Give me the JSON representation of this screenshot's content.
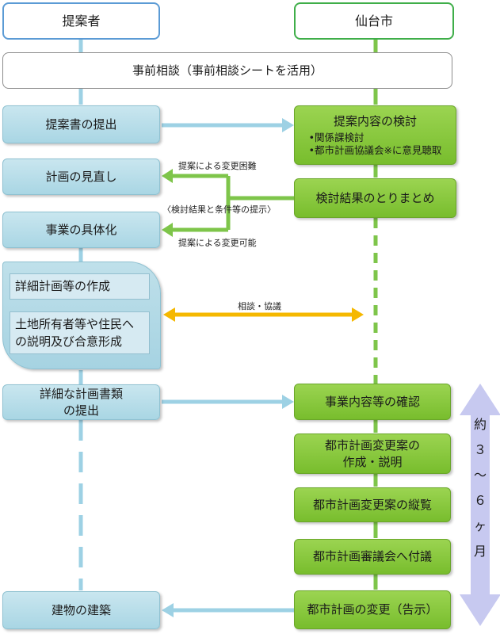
{
  "columns": {
    "left": "提案者",
    "right": "仙台市"
  },
  "prior_consultation": "事前相談（事前相談シートを活用）",
  "proposer_steps": {
    "submit_proposal": "提案書の提出",
    "revise_plan": "計画の見直し",
    "concretize": "事業の具体化",
    "detailed_plan": "詳細計画等の作成",
    "consensus_line1": "土地所有者等や住民へ",
    "consensus_line2": "の説明及び合意形成",
    "submit_docs_line1": "詳細な計画書類",
    "submit_docs_line2": "の提出",
    "construction": "建物の建築"
  },
  "city_steps": {
    "review_title": "提案内容の検討",
    "review_bullets": [
      "関係課検討",
      "都市計画協議会※に意見聴取"
    ],
    "summary": "検討結果のとりまとめ",
    "confirm": "事業内容等の確認",
    "draft_line1": "都市計画変更案の",
    "draft_line2": "作成・説明",
    "inspection": "都市計画変更案の縦覧",
    "council": "都市計画審議会へ付議",
    "change": "都市計画の変更（告示）"
  },
  "annotations": {
    "change_difficult": "提案による変更困難",
    "result_presentation": "〈検討結果と条件等の提示〉",
    "change_possible": "提案による変更可能",
    "consultation": "相談・協議"
  },
  "duration_chars": [
    "約",
    "３",
    "～",
    "６",
    "ヶ",
    "月"
  ],
  "colors": {
    "proposer_fill": "#a9d6e4",
    "city_fill": "#78bd2d",
    "blue_arrow": "#9dd1e4",
    "green_arrow": "#7ec54a",
    "orange_arrow": "#f5b800",
    "duration_arrow": "#c7c9f0"
  }
}
